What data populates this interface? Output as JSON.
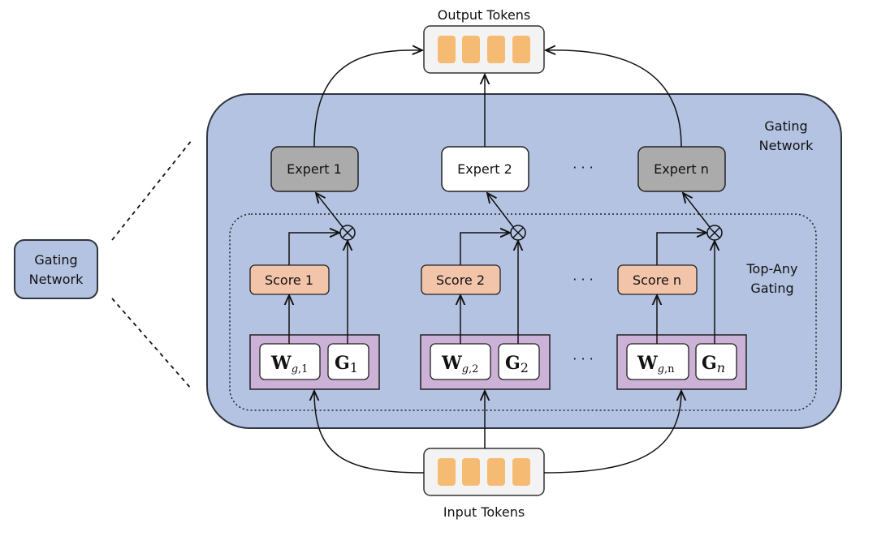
{
  "output_tokens_label": "Output Tokens",
  "input_tokens_label": "Input Tokens",
  "gating_network_outer_label": [
    "Gating",
    "Network"
  ],
  "gating_network_side_label": [
    "Gating",
    "Network"
  ],
  "top_any_label": [
    "Top-Any",
    "Gating"
  ],
  "ellipsis": "· · ·",
  "experts": [
    {
      "label": "Expert 1",
      "active": false
    },
    {
      "label": "Expert 2",
      "active": true
    },
    {
      "label": "Expert n",
      "active": false
    }
  ],
  "scores": [
    "Score 1",
    "Score 2",
    "Score n"
  ],
  "weights": [
    {
      "w": "W",
      "w_sub_a": "g",
      "w_sub_b": ",1",
      "g": "G",
      "g_sub": "1",
      "g_sub_italic": false
    },
    {
      "w": "W",
      "w_sub_a": "g",
      "w_sub_b": ",2",
      "g": "G",
      "g_sub": "2",
      "g_sub_italic": false
    },
    {
      "w": "W",
      "w_sub_a": "g",
      "w_sub_b": ",n",
      "g": "G",
      "g_sub": "n",
      "g_sub_italic": true
    }
  ],
  "colors": {
    "gating_bg": "#b4c3e2",
    "gating_stroke": "#2f3640",
    "expert_gray": "#ababab",
    "expert_white": "#ffffff",
    "score_fill": "#f2c4aa",
    "weight_fill": "#cdb2d8",
    "token_fill": "#f6bb72",
    "token_box": "#f3f3f3"
  }
}
